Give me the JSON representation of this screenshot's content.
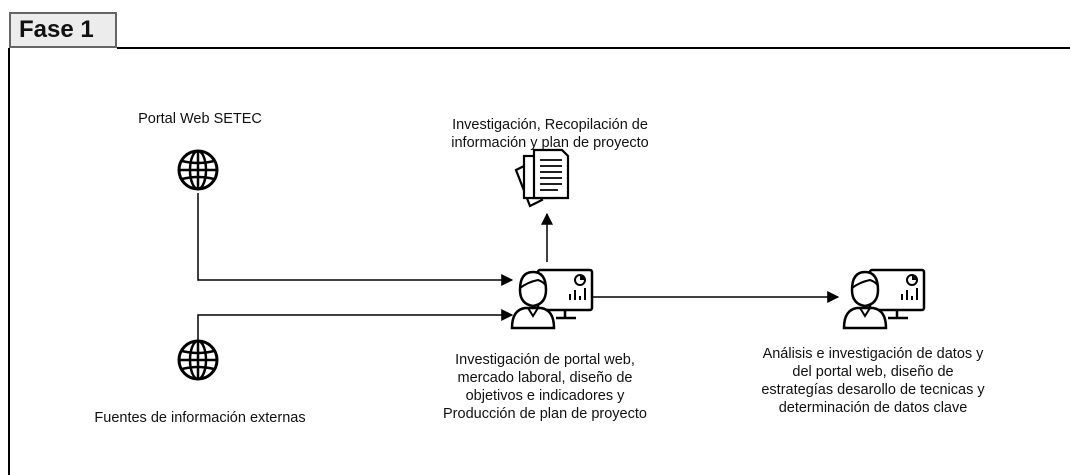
{
  "phase": {
    "title": "Fase 1"
  },
  "nodes": {
    "source_web": {
      "label": "Portal Web SETEC",
      "icon": "globe-icon"
    },
    "source_external": {
      "label": "Fuentes de información externas",
      "icon": "globe-icon"
    },
    "documents": {
      "label": [
        "Investigación,  Recopilación de",
        "información y plan de proyecto"
      ],
      "icon": "documents-icon"
    },
    "step1": {
      "label": [
        "Investigación de portal web,",
        "mercado laboral, diseño de",
        "objetivos e indicadores y",
        "Producción de plan de proyecto"
      ],
      "icon": "analyst-dashboard-icon"
    },
    "step2": {
      "label": [
        "Análisis e investigación de datos y",
        "del portal web, diseño de",
        "estrategías desarollo de tecnicas y",
        "determinación de datos clave"
      ],
      "icon": "analyst-dashboard-icon"
    }
  }
}
